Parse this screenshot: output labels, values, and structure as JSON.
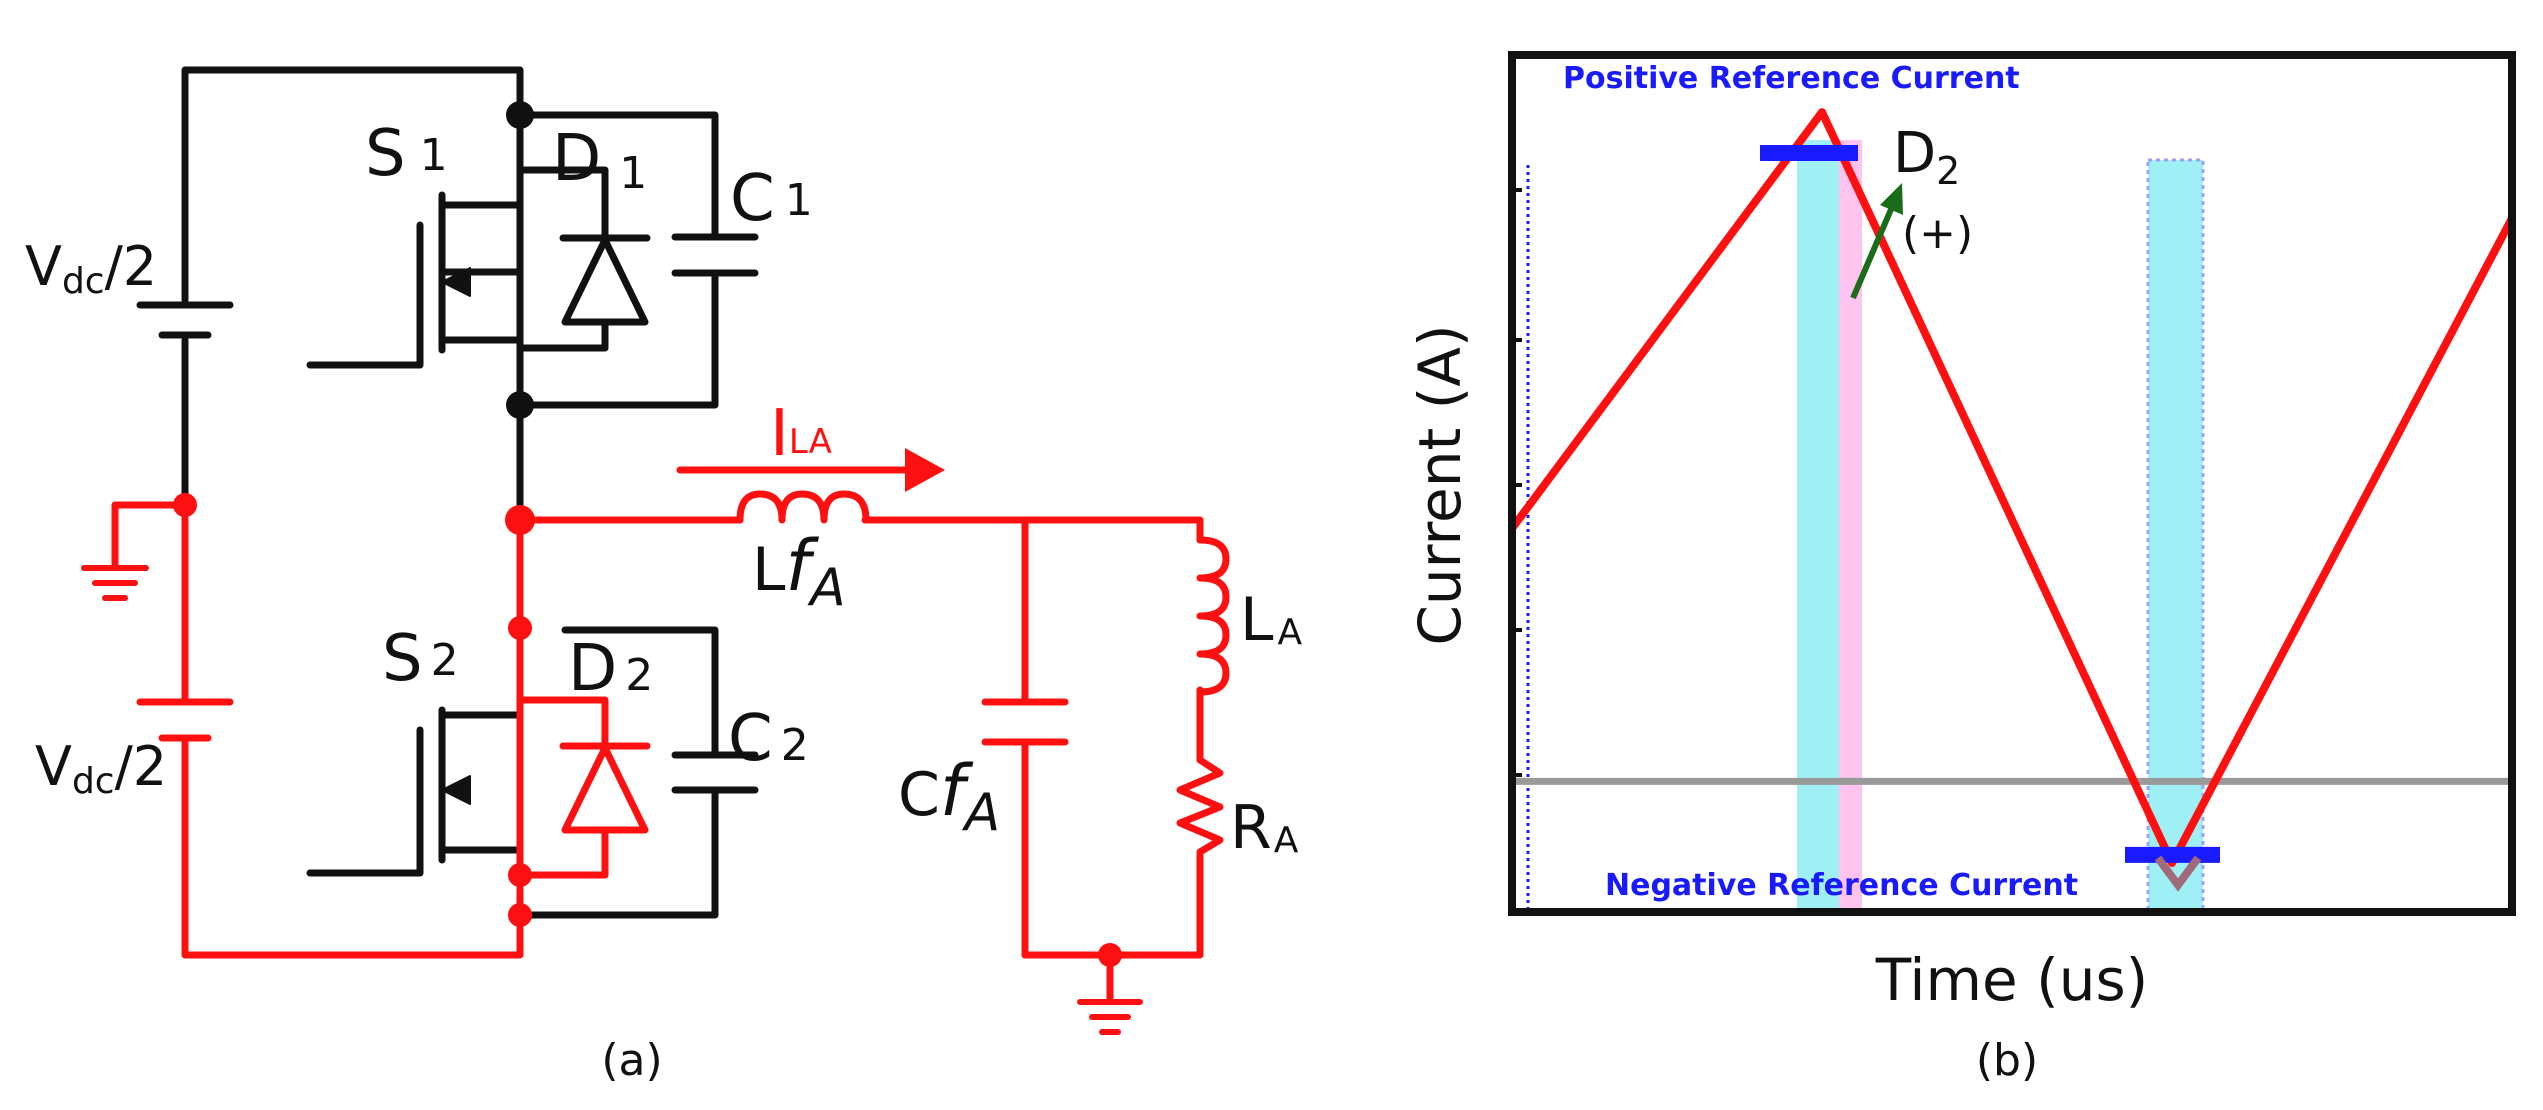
{
  "colors": {
    "black": "#111111",
    "red": "#ff1010",
    "blue": "#1a1aff",
    "green": "#1a6b1a",
    "cyan": "#9ff0f5",
    "pink": "#ffc3ef",
    "gray": "#9a9a9a"
  },
  "circuit": {
    "caption": "(a)",
    "v_top": {
      "main": "V",
      "sub": "dc",
      "tail": "/2"
    },
    "v_bot": {
      "main": "V",
      "sub": "dc",
      "tail": "/2"
    },
    "s1": {
      "main": "S",
      "sub": "1"
    },
    "d1": {
      "main": "D",
      "sub": "1"
    },
    "c1": {
      "main": "C",
      "sub": "1"
    },
    "s2": {
      "main": "S",
      "sub": "2"
    },
    "d2": {
      "main": "D",
      "sub": "2"
    },
    "c2": {
      "main": "C",
      "sub": "2"
    },
    "ila": {
      "main": "I",
      "sub": "LA"
    },
    "lfa": {
      "main": "L",
      "ital": "f",
      "sub": "A"
    },
    "cfa": {
      "main": "C",
      "ital": "f",
      "sub": "A"
    },
    "la": {
      "main": "L",
      "sub": "A"
    },
    "ra": {
      "main": "R",
      "sub": "A"
    }
  },
  "chart": {
    "caption": "(b)",
    "xlabel": "Time (us)",
    "ylabel": "Current (A)",
    "pos_ref": "Positive Reference Current",
    "neg_ref": "Negative Reference Current",
    "d2": {
      "main": "D",
      "sub": "2"
    },
    "d2_sign": "(+)"
  },
  "chart_data": {
    "type": "line",
    "title": "",
    "xlabel": "Time (us)",
    "ylabel": "Current (A)",
    "series": [
      {
        "name": "",
        "x": [
          0,
          0.31,
          0.66,
          1.0
        ],
        "y": [
          0.47,
          0.98,
          0.06,
          0.85
        ]
      }
    ],
    "reference_lines": [
      {
        "label": "Positive Reference Current",
        "y": 0.93
      },
      {
        "label": "Negative Reference Current",
        "y": 0.07
      }
    ],
    "zero_line_y": 0.16,
    "ylim": [
      0,
      1.05
    ],
    "xlim": [
      0,
      1
    ],
    "grid": false
  }
}
